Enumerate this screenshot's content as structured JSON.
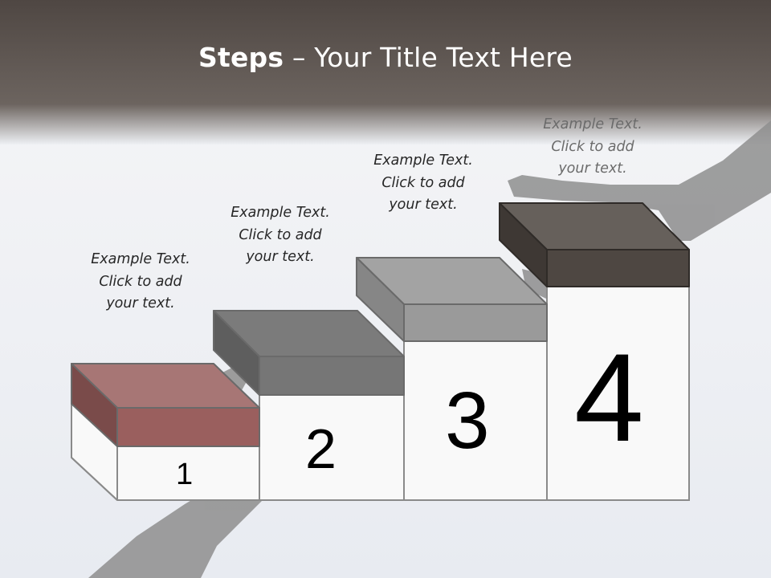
{
  "title": {
    "bold": "Steps",
    "rest": " – Your Title Text Here"
  },
  "steps": [
    {
      "number": "1",
      "text": [
        "Example Text.",
        "Click  to add",
        "your text."
      ],
      "color": "#a77675"
    },
    {
      "number": "2",
      "text": [
        "Example Text.",
        "Click  to add",
        "your text."
      ],
      "color": "#7b7b7b"
    },
    {
      "number": "3",
      "text": [
        "Example Text.",
        "Click  to add",
        "your text."
      ],
      "color": "#9e9e9e"
    },
    {
      "number": "4",
      "text": [
        "Example Text.",
        "Click  to add",
        "your text."
      ],
      "color": "#5b5550"
    }
  ],
  "colors": {
    "header": "#5a524c",
    "background": "#eef0f4",
    "hand_silhouette": "#8c8c8c"
  }
}
